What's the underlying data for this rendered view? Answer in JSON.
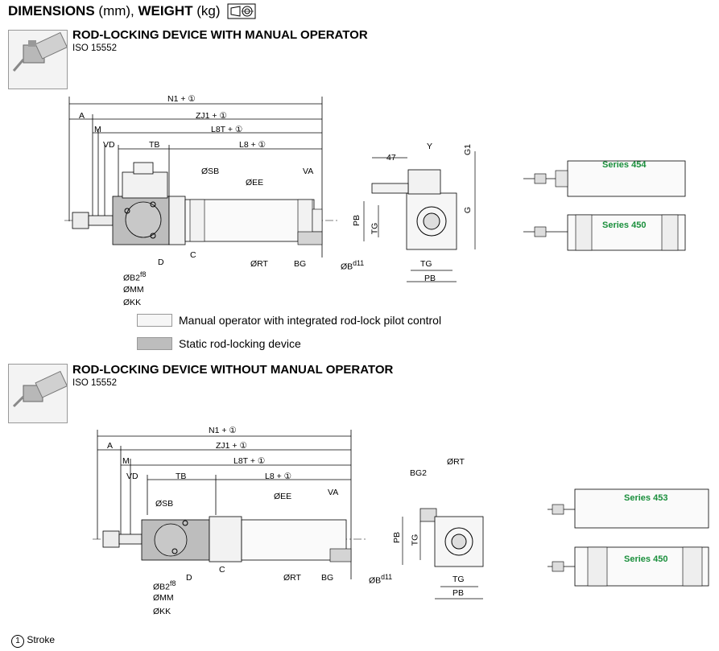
{
  "header": {
    "title_bold_1": "DIMENSIONS",
    "title_unit_1": " (mm),",
    "title_bold_2": " WEIGHT",
    "title_unit_2": " (kg)"
  },
  "section1": {
    "title": "ROD-LOCKING DEVICE WITH MANUAL OPERATOR",
    "subtitle": "ISO 15552",
    "dims": {
      "n1": "N1 + ",
      "zj1": "ZJ1 + ",
      "l8t": "L8T + ",
      "l8": "L8 + ",
      "a": "A",
      "m": "M",
      "vd": "VD",
      "tb": "TB",
      "osb": "ØSB",
      "oee": "ØEE",
      "va": "VA",
      "d": "D",
      "c": "C",
      "ort": "ØRT",
      "bg": "BG",
      "ob": "ØB",
      "d11": "d11",
      "ob2": "ØB2",
      "f8": "f8",
      "omm": "ØMM",
      "okk": "ØKK",
      "y": "Y",
      "g1": "G1",
      "g": "G",
      "dim47": "47",
      "pb": "PB",
      "tg": "TG",
      "tg_b": "TG",
      "pb_b": "PB"
    },
    "series_top": "Series 454",
    "series_bottom": "Series 450"
  },
  "legend": {
    "manual": "Manual operator with integrated rod-lock pilot control",
    "static": "Static rod-locking device"
  },
  "section2": {
    "title": "ROD-LOCKING DEVICE WITHOUT MANUAL OPERATOR",
    "subtitle": "ISO 15552",
    "dims": {
      "n1": "N1 + ",
      "zj1": "ZJ1 + ",
      "l8t": "L8T + ",
      "l8": "L8 + ",
      "a": "A",
      "m": "M",
      "vd": "VD",
      "tb": "TB",
      "osb": "ØSB",
      "oee": "ØEE",
      "va": "VA",
      "d": "D",
      "c": "C",
      "ort": "ØRT",
      "bg": "BG",
      "ob": "ØB",
      "d11": "d11",
      "ob2": "ØB2",
      "f8": "f8",
      "omm": "ØMM",
      "okk": "ØKK",
      "bg2": "BG2",
      "ort2": "ØRT",
      "pb": "PB",
      "tg": "TG",
      "tg_b": "TG",
      "pb_b": "PB"
    },
    "series_top": "Series 453",
    "series_bottom": "Series 450"
  },
  "footnote": {
    "circle": "1",
    "text": "Stroke"
  },
  "colors": {
    "accent_green": "#1a8f3c",
    "gray_device": "#bdbdbd",
    "light_fill": "#f2f2f2"
  }
}
